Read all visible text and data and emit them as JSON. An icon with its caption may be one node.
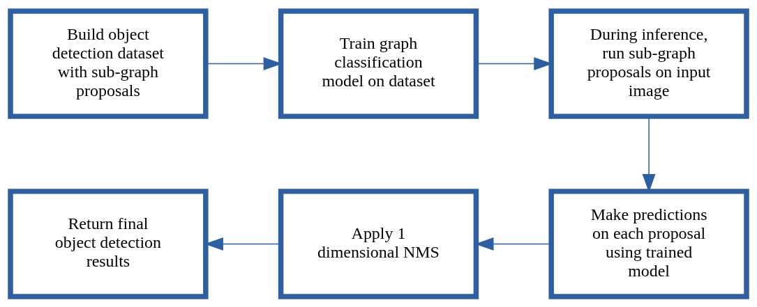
{
  "diagram": {
    "nodes": [
      {
        "text": [
          "Build object detection dataset with sub-graph proposals"
        ]
      },
      {
        "text": [
          "Train graph classification model on dataset"
        ]
      },
      {
        "text": [
          "During inference, run sub-graph proposals on input image"
        ]
      },
      {
        "text": [
          "Make predictions on each proposal using trained model"
        ]
      },
      {
        "text": [
          "Apply 1 dimensional NMS"
        ]
      },
      {
        "text": [
          "Return final object detection results"
        ]
      }
    ],
    "edges": [
      {
        "from": 0,
        "to": 1,
        "arrow": "to"
      },
      {
        "from": 1,
        "to": 2,
        "arrow": "to"
      },
      {
        "from": 2,
        "to": 3,
        "arrow": "to"
      },
      {
        "from": 3,
        "to": 4,
        "arrow": "to"
      },
      {
        "from": 4,
        "to": 5,
        "arrow": "to"
      }
    ]
  }
}
